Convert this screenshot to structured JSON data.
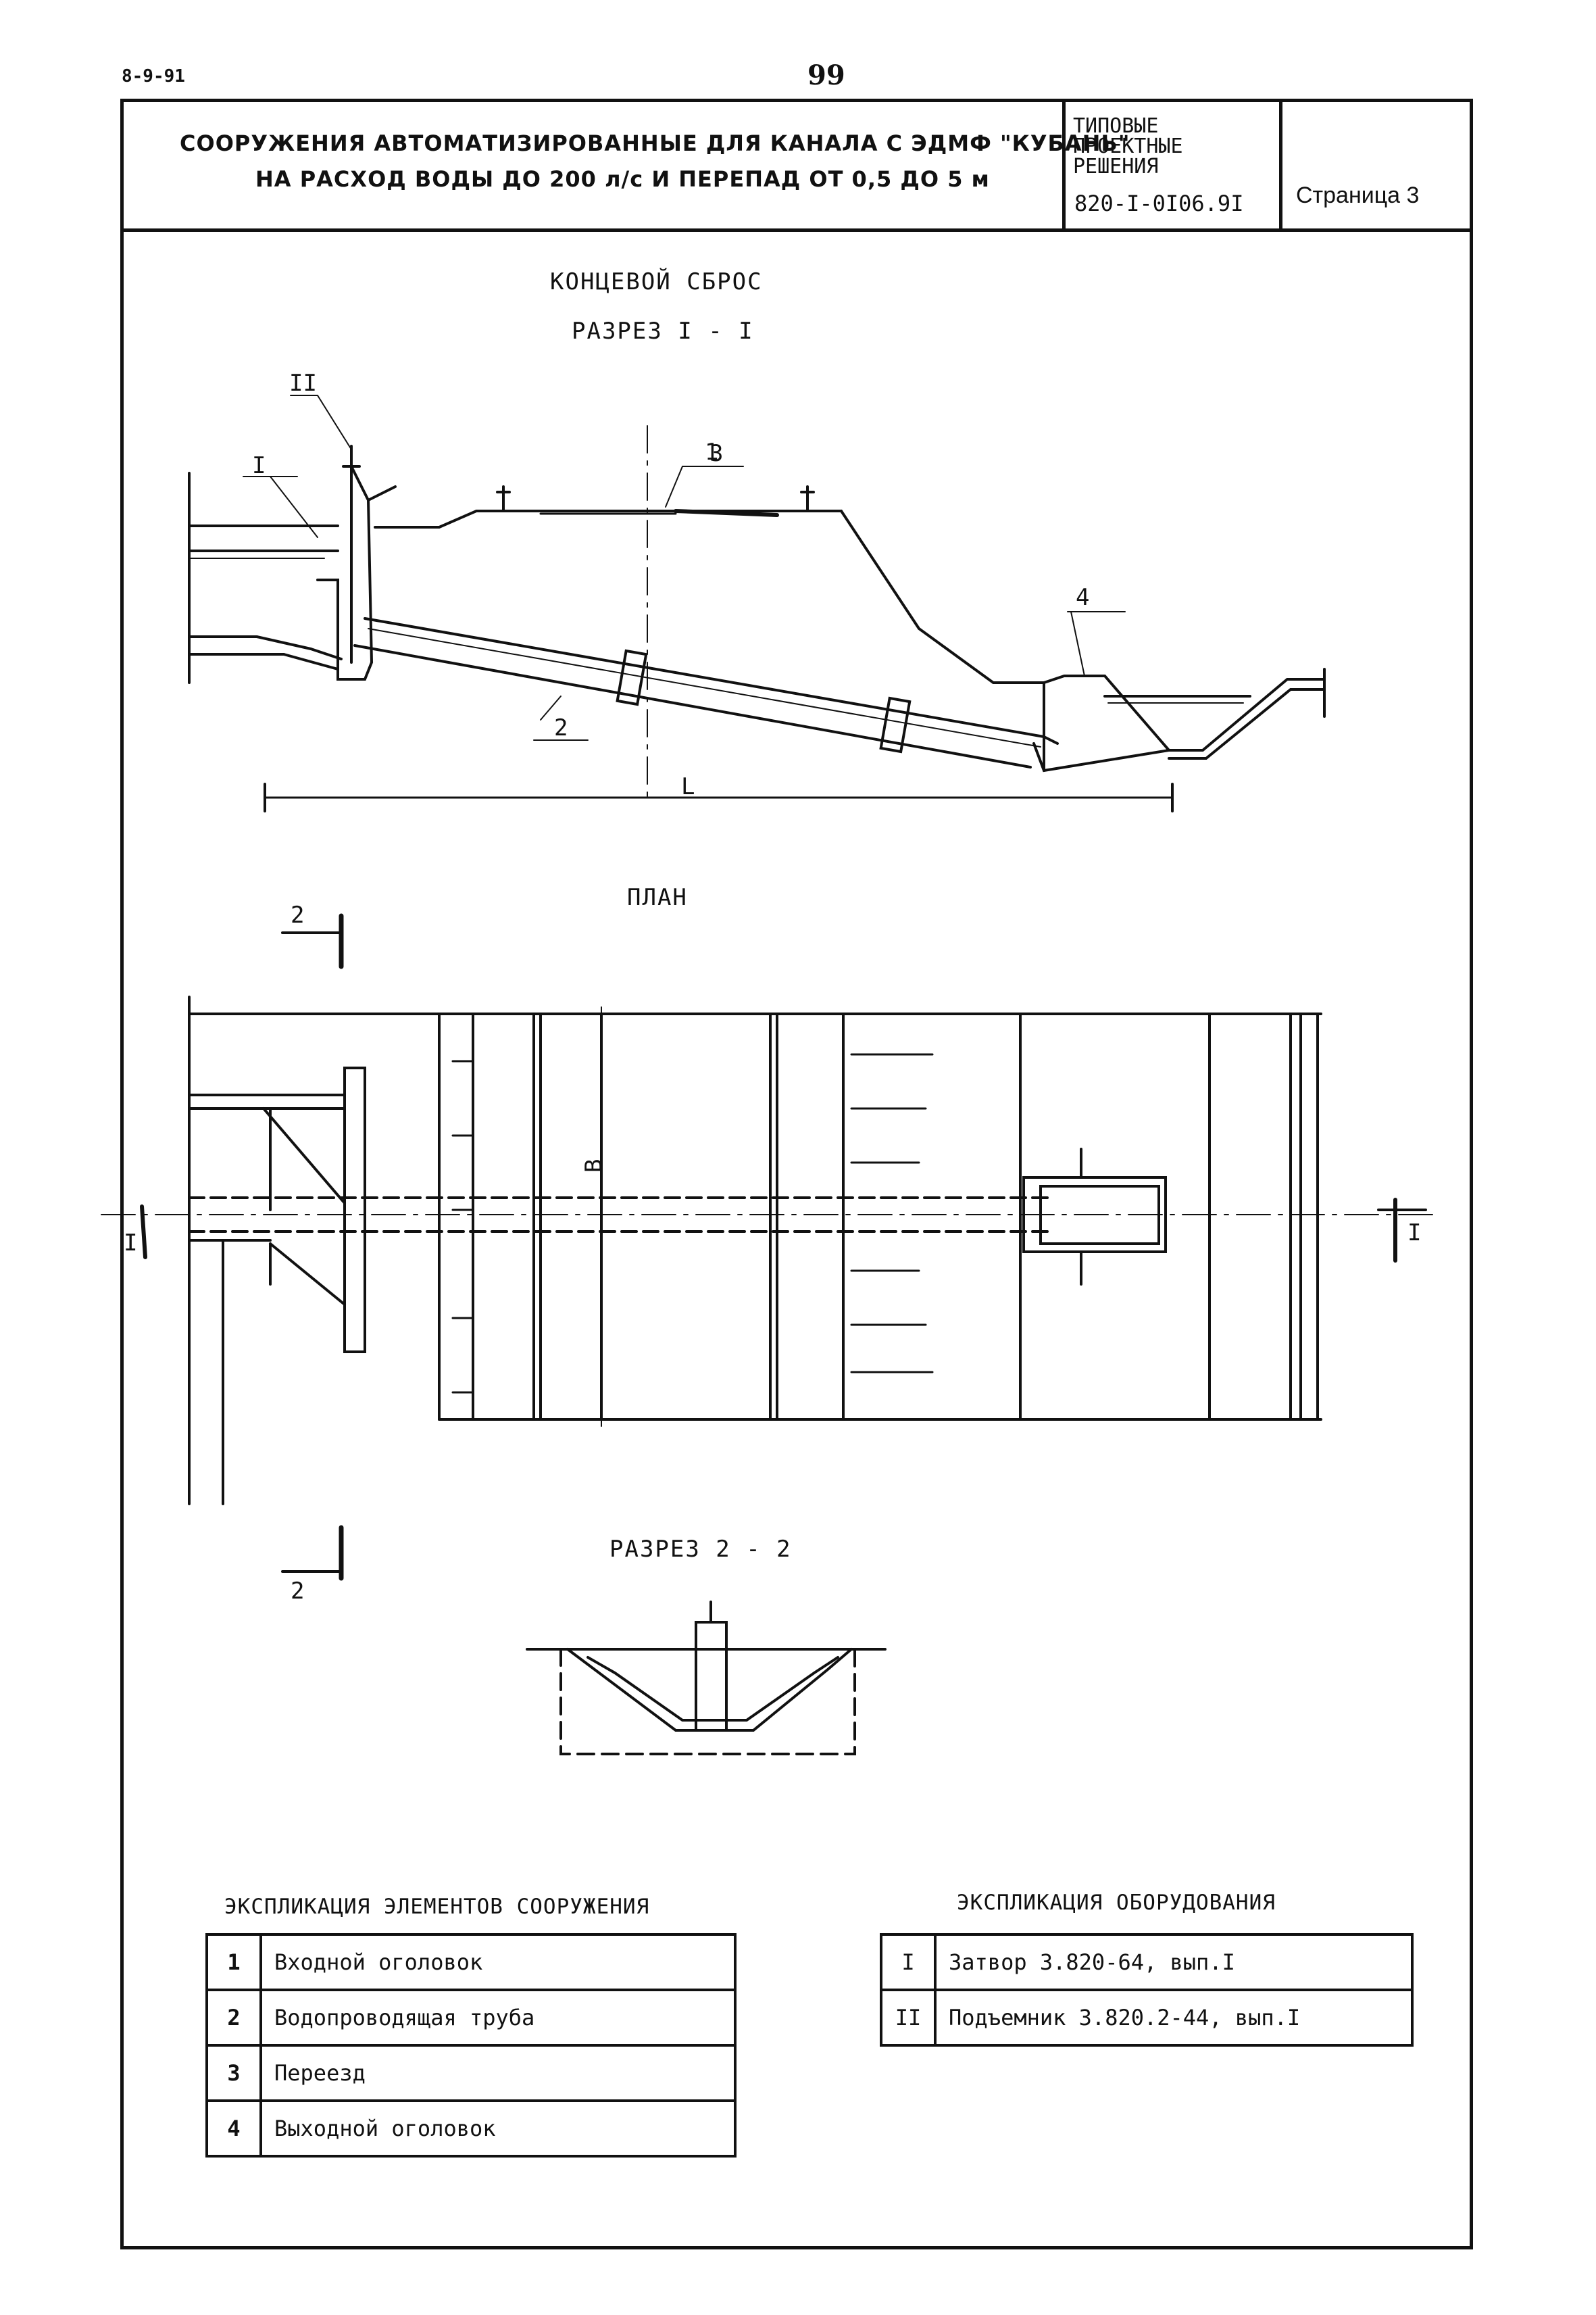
{
  "corner_mark": "8-9-91",
  "page_number": "99",
  "header": {
    "title_line1": "СООРУЖЕНИЯ АВТОМАТИЗИРОВАННЫЕ ДЛЯ КАНАЛА С ЭДМФ \"КУБАНЬ\"",
    "title_line2": "НА РАСХОД ВОДЫ ДО 200 л/с И ПЕРЕПАД ОТ 0,5 ДО 5 м",
    "stamp_line1": "ТИПОВЫЕ",
    "stamp_line2": "ПРОЕКТНЫЕ",
    "stamp_line3": "РЕШЕНИЯ",
    "stamp_code": "820-I-0I06.9I",
    "page_label": "Страница  3"
  },
  "drawing": {
    "title": "КОНЦЕВОЙ СБРОС",
    "section1_title": "РАЗРЕЗ  I - I",
    "plan_title": "ПЛАН",
    "section2_title": "РАЗРЕЗ  2 - 2",
    "callouts": {
      "c1": "1",
      "c2": "2",
      "c3": "3",
      "c4": "4",
      "length": "L",
      "width": "B",
      "sec_I": "I",
      "sec_II": "II",
      "sec_2": "2"
    }
  },
  "elements_table": {
    "title": "ЭКСПЛИКАЦИЯ ЭЛЕМЕНТОВ СООРУЖЕНИЯ",
    "rows": [
      {
        "num": "1",
        "name": "Входной оголовок"
      },
      {
        "num": "2",
        "name": "Водопроводящая труба"
      },
      {
        "num": "3",
        "name": "Переезд"
      },
      {
        "num": "4",
        "name": "Выходной оголовок"
      }
    ]
  },
  "equipment_table": {
    "title": "ЭКСПЛИКАЦИЯ ОБОРУДОВАНИЯ",
    "rows": [
      {
        "num": "I",
        "name": "Затвор 3.820-64, вып.I"
      },
      {
        "num": "II",
        "name": "Подъемник 3.820.2-44, вып.I"
      }
    ]
  }
}
